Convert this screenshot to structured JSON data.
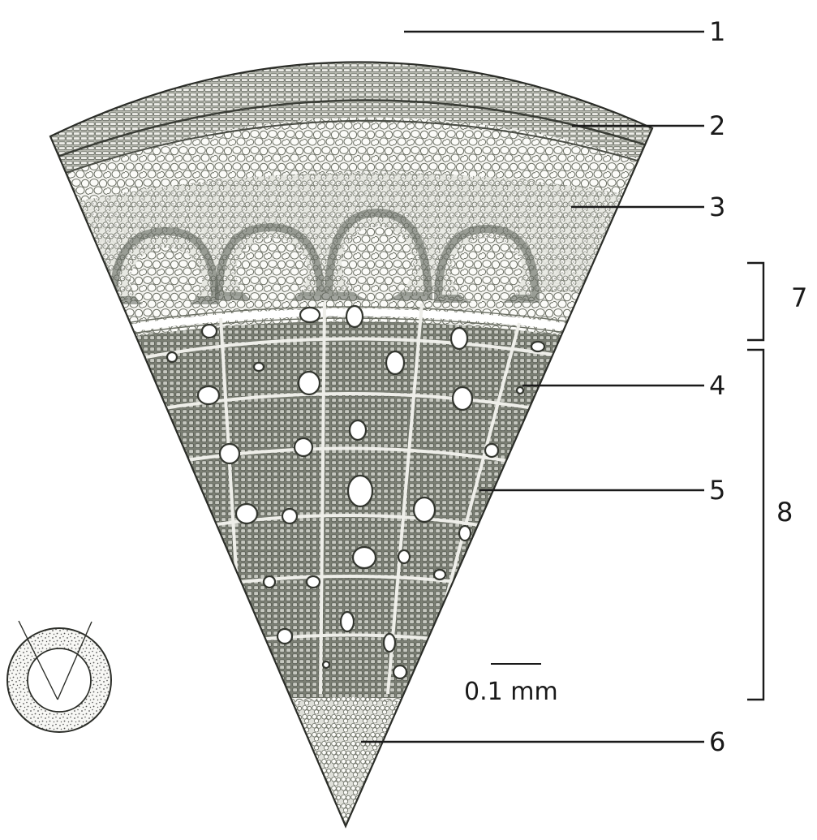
{
  "callouts": [
    {
      "id": "1",
      "label": "1"
    },
    {
      "id": "2",
      "label": "2"
    },
    {
      "id": "3",
      "label": "3"
    },
    {
      "id": "4",
      "label": "4"
    },
    {
      "id": "5",
      "label": "5"
    },
    {
      "id": "6",
      "label": "6"
    }
  ],
  "brackets": [
    {
      "id": "7",
      "label": "7"
    },
    {
      "id": "8",
      "label": "8"
    }
  ],
  "scale_bar": {
    "label": "0.1 mm"
  },
  "colors": {
    "ink": "#1a1a1a",
    "tissue_dark": "#5f6358",
    "tissue_mid": "#8e9287",
    "tissue_light": "#d4d6cf",
    "paper": "#ffffff"
  }
}
